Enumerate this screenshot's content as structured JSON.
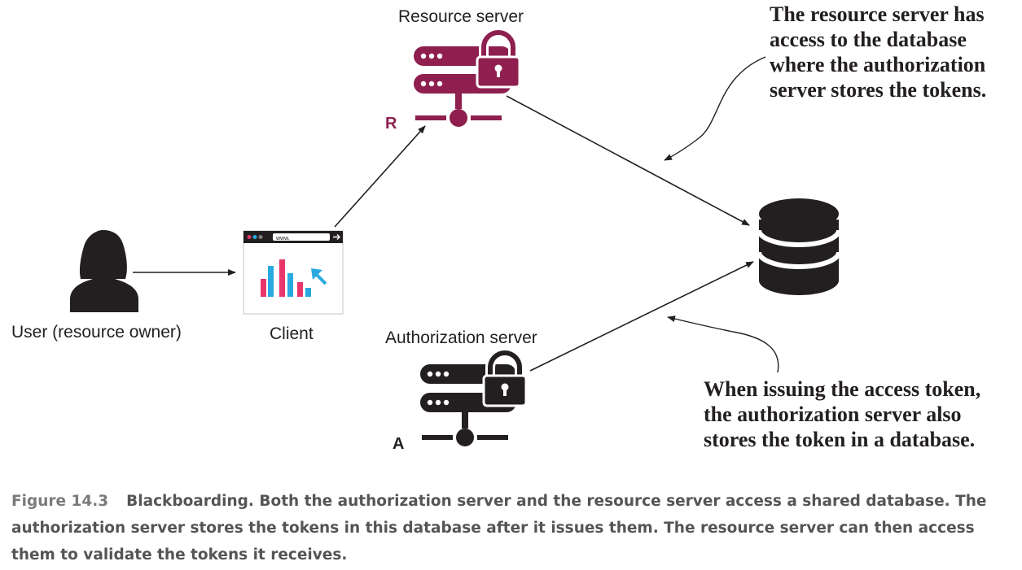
{
  "labels": {
    "resource_server": "Resource server",
    "authorization_server": "Authorization server",
    "user": "User (resource owner)",
    "client": "Client",
    "resource_letter": "R",
    "auth_letter": "A",
    "browser_url": "www."
  },
  "notes": {
    "resource_note": [
      "The resource server has",
      "access to the database",
      "where the authorization",
      "server stores the tokens."
    ],
    "auth_note": [
      "When issuing the access token,",
      "the authorization server also",
      "stores the token in a database."
    ]
  },
  "caption": {
    "figure": "Figure 14.3",
    "text": "Blackboarding. Both the authorization server and the resource server access a shared database. The authorization server stores the tokens in this database after it issues them. The resource server can then access them to validate the tokens it receives."
  },
  "colors": {
    "resource_server": "#8e1f4f",
    "ink": "#231f20",
    "chart_pink": "#e8366b",
    "chart_blue": "#29a9e0"
  },
  "icons": {
    "user": "user-icon",
    "client": "browser-chart-icon",
    "resource_server": "server-lock-icon",
    "authorization_server": "server-lock-icon",
    "database": "database-icon"
  }
}
